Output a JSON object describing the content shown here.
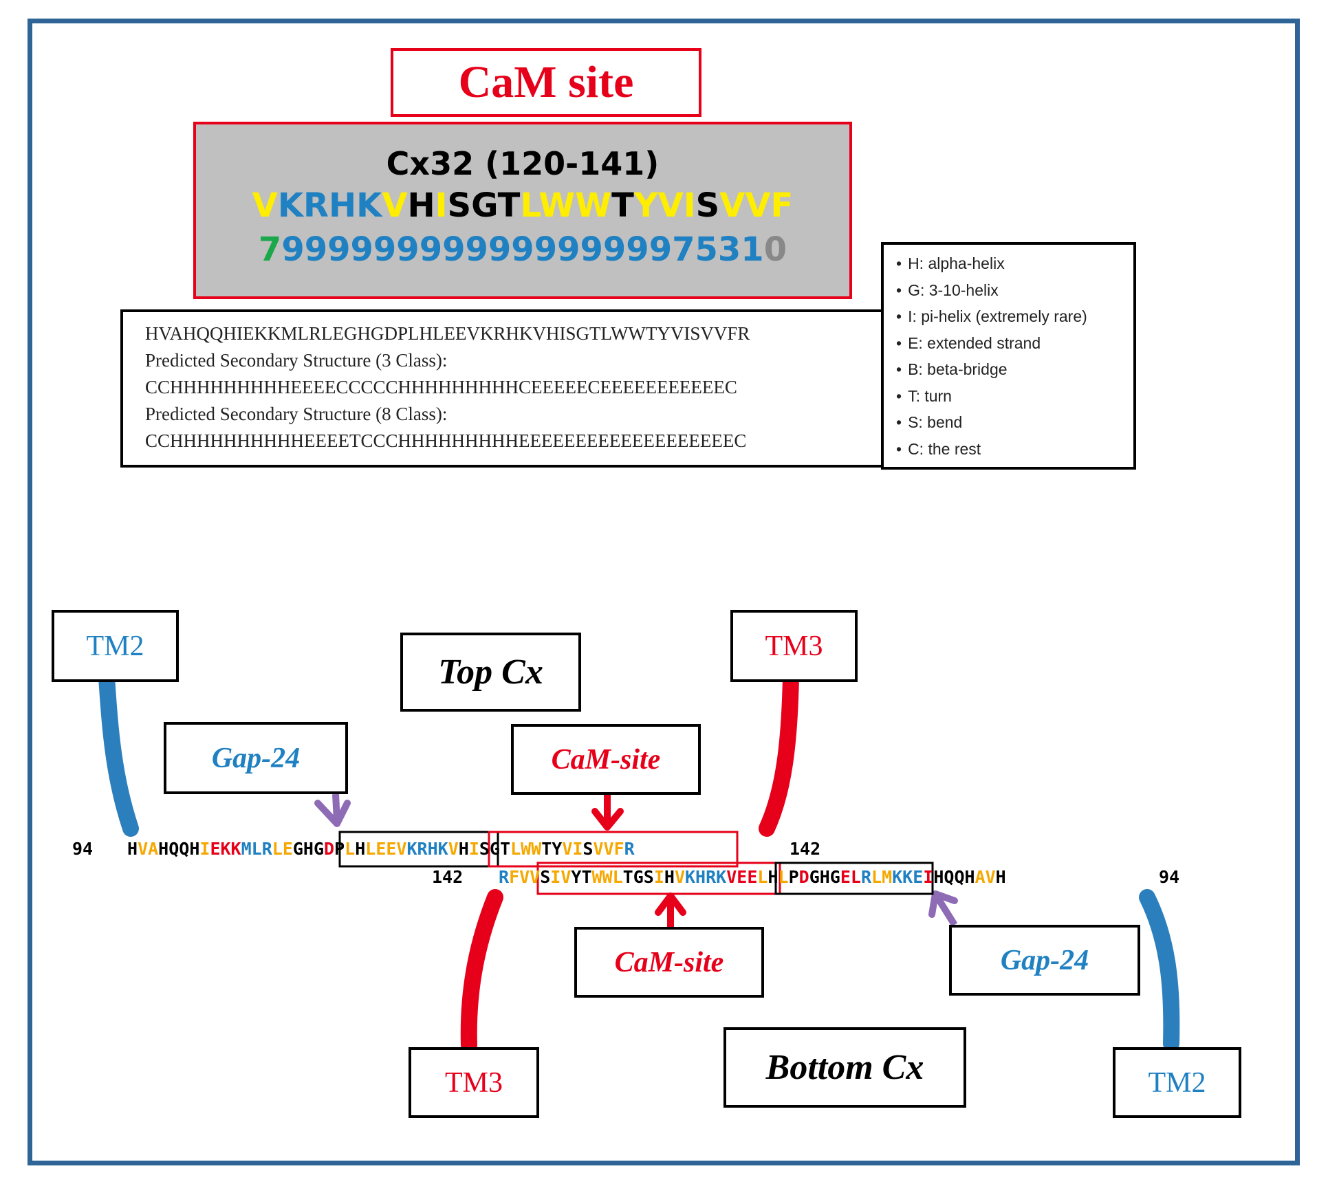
{
  "cam_site_title": "CaM site",
  "cx32": {
    "title": "Cx32 (120-141)",
    "sequence": [
      {
        "t": "V",
        "c": "yy"
      },
      {
        "t": "KR",
        "c": "b"
      },
      {
        "t": "HK",
        "c": "b"
      },
      {
        "t": "V",
        "c": "yy"
      },
      {
        "t": "H",
        "c": "k"
      },
      {
        "t": "I",
        "c": "yy"
      },
      {
        "t": "SGT",
        "c": "k"
      },
      {
        "t": "LWW",
        "c": "yy"
      },
      {
        "t": "T",
        "c": "k"
      },
      {
        "t": "YVI",
        "c": "yy"
      },
      {
        "t": "S",
        "c": "k"
      },
      {
        "t": "VVF",
        "c": "yy"
      }
    ],
    "scores": [
      {
        "t": "7",
        "c": "gr"
      },
      {
        "t": "999999999999999997531",
        "c": "b"
      },
      {
        "t": "0",
        "c": "g"
      }
    ]
  },
  "prediction": {
    "line1": "HVAHQQHIEKKMLRLEGHGDPLHLEEVKRHKVHISGTLWWTYVISVVFR",
    "line2": "Predicted Secondary Structure (3 Class):",
    "line3": "CCHHHHHHHHHEEEECCCCCHHHHHHHHHCEEEEECEEEEEEEEEEEC",
    "line4": "Predicted Secondary Structure (8 Class):",
    "line5": "CCHHHHHHHHHHEEEETCCCHHHHHHHHHEEEEEEEEEEEEEEEEEEEC"
  },
  "legend": [
    "H: alpha-helix",
    "G: 3-10-helix",
    "I: pi-helix (extremely rare)",
    "E: extended strand",
    "B: beta-bridge",
    "T: turn",
    "S: bend",
    "C: the rest"
  ],
  "labels": {
    "tm2_top": "TM2",
    "tm3_top": "TM3",
    "top_cx": "Top Cx",
    "gap24_top": "Gap-24",
    "cam_site_top": "CaM-site",
    "cam_site_bottom": "CaM-site",
    "gap24_bottom": "Gap-24",
    "tm3_bottom": "TM3",
    "bottom_cx": "Bottom Cx",
    "tm2_bottom": "TM2"
  },
  "top_strand": {
    "start": "94",
    "end": "142",
    "segments": [
      {
        "t": "H",
        "c": "k"
      },
      {
        "t": "VA",
        "c": "y"
      },
      {
        "t": "HQQH",
        "c": "k"
      },
      {
        "t": "I",
        "c": "y"
      },
      {
        "t": "EKK",
        "c": "r"
      },
      {
        "t": "MLR",
        "c": "b"
      },
      {
        "t": "LE",
        "c": "y"
      },
      {
        "t": "GHG",
        "c": "k"
      },
      {
        "t": "D",
        "c": "r"
      },
      {
        "t": "P",
        "c": "k"
      },
      {
        "t": "L",
        "c": "y"
      },
      {
        "t": "H",
        "c": "k"
      },
      {
        "t": "LEEV",
        "c": "y"
      },
      {
        "t": "KRHK",
        "c": "b"
      },
      {
        "t": "V",
        "c": "y"
      },
      {
        "t": "H",
        "c": "k"
      },
      {
        "t": "I",
        "c": "y"
      },
      {
        "t": "SGT",
        "c": "k"
      },
      {
        "t": "LWW",
        "c": "y"
      },
      {
        "t": "TY",
        "c": "k"
      },
      {
        "t": "VI",
        "c": "y"
      },
      {
        "t": "S",
        "c": "k"
      },
      {
        "t": "VVF",
        "c": "y"
      },
      {
        "t": "R",
        "c": "b"
      }
    ]
  },
  "bottom_strand": {
    "start": "142",
    "end": "94",
    "segments": [
      {
        "t": "R",
        "c": "b"
      },
      {
        "t": "FVV",
        "c": "y"
      },
      {
        "t": "S",
        "c": "k"
      },
      {
        "t": "IV",
        "c": "y"
      },
      {
        "t": "YT",
        "c": "k"
      },
      {
        "t": "WWL",
        "c": "y"
      },
      {
        "t": "TGS",
        "c": "k"
      },
      {
        "t": "I",
        "c": "y"
      },
      {
        "t": "H",
        "c": "k"
      },
      {
        "t": "V",
        "c": "y"
      },
      {
        "t": "KHRK",
        "c": "b"
      },
      {
        "t": "VEE",
        "c": "r"
      },
      {
        "t": "L",
        "c": "y"
      },
      {
        "t": "H",
        "c": "k"
      },
      {
        "t": "L",
        "c": "y"
      },
      {
        "t": "P",
        "c": "k"
      },
      {
        "t": "D",
        "c": "r"
      },
      {
        "t": "GHG",
        "c": "k"
      },
      {
        "t": "EL",
        "c": "r"
      },
      {
        "t": "R",
        "c": "b"
      },
      {
        "t": "LM",
        "c": "y"
      },
      {
        "t": "KKE",
        "c": "b"
      },
      {
        "t": "I",
        "c": "r"
      },
      {
        "t": "HQQH",
        "c": "k"
      },
      {
        "t": "AV",
        "c": "y"
      },
      {
        "t": "H",
        "c": "k"
      }
    ]
  },
  "colors": {
    "frame": "#2e6496",
    "red": "#e6001a",
    "blue": "#1f80c2",
    "purple": "#8e6bb5",
    "yellow": "#f5a800"
  }
}
